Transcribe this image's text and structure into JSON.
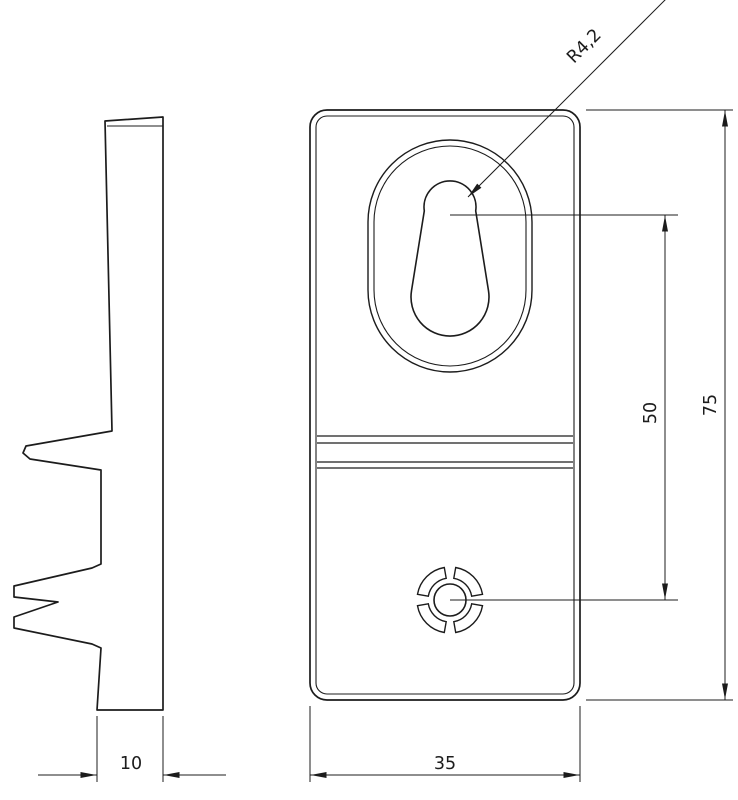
{
  "drawing": {
    "type": "technical-drawing",
    "part": "mounting-bracket",
    "views": {
      "side_view": "side-profile-with-clip",
      "front_view": "plate-with-keyhole-and-cross-slot-hole"
    },
    "labels": {
      "thickness": "10",
      "width": "35",
      "hole_spacing": "50",
      "overall_height": "75",
      "radius": "R4,2"
    },
    "colors": {
      "line": "#1c1c1c",
      "background": "#ffffff"
    }
  }
}
